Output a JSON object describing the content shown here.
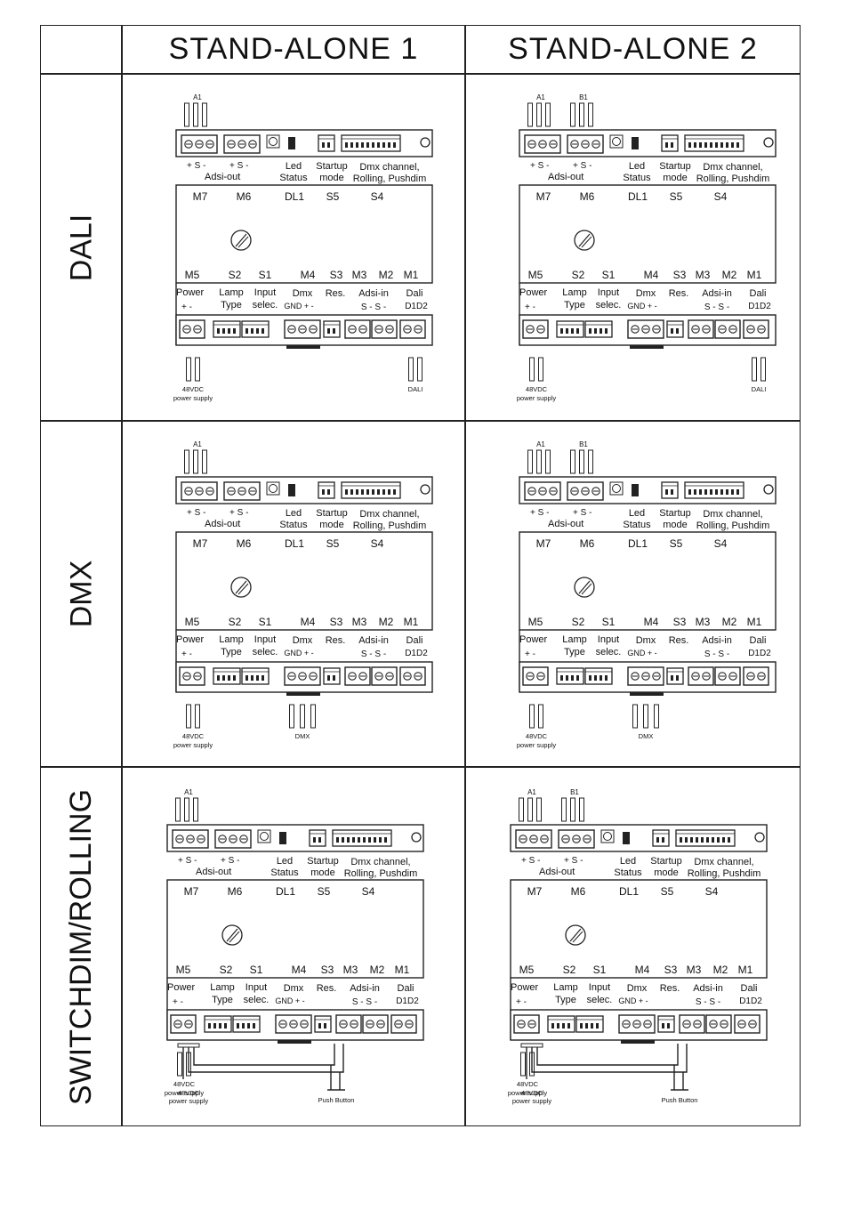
{
  "columns": [
    {
      "label": "STAND-ALONE 1",
      "inputs": [
        "A1"
      ]
    },
    {
      "label": "STAND-ALONE 2",
      "inputs": [
        "A1",
        "B1"
      ]
    }
  ],
  "rows": [
    {
      "label": "DALI",
      "mode": "dali",
      "wires": [
        {
          "label": "48VDC",
          "sub": "power supply",
          "at": "power"
        },
        {
          "label": "DALI",
          "sub": "",
          "at": "dali"
        }
      ]
    },
    {
      "label": "DMX",
      "mode": "dmx",
      "wires": [
        {
          "label": "48VDC",
          "sub": "power supply",
          "at": "power"
        },
        {
          "label": "DMX",
          "sub": "",
          "at": "dmx"
        }
      ]
    },
    {
      "label": "SWITCHDIM/ROLLING",
      "mode": "switch",
      "wires": [
        {
          "label": "48VDC",
          "sub": "power supply",
          "at": "power"
        },
        {
          "label": "Push Button",
          "sub": "",
          "at": "button"
        }
      ]
    }
  ],
  "module": {
    "top_pins": [
      "+ S -",
      "+ S -"
    ],
    "adsi_out": "Adsi-out",
    "led": [
      "Led",
      "Status"
    ],
    "startup": [
      "Startup",
      "mode"
    ],
    "dmx_channel": [
      "Dmx channel,",
      "Rolling, Pushdim"
    ],
    "top_ids": [
      "M7",
      "M6",
      "DL1",
      "S5",
      "S4"
    ],
    "bottom_ids": [
      "M5",
      "S2",
      "S1",
      "M4",
      "S3",
      "M3",
      "M2",
      "M1"
    ],
    "power": [
      "Power",
      "+ -"
    ],
    "lamp": [
      "Lamp",
      "Type"
    ],
    "input": [
      "Input",
      "selec."
    ],
    "dmx": [
      "Dmx",
      "GND + -"
    ],
    "res": "Res.",
    "adsi_in": [
      "Adsi-in",
      "S -   S -"
    ],
    "dali": [
      "Dali",
      "D1D2"
    ]
  },
  "colors": {
    "line": "#222222",
    "background": "#ffffff"
  }
}
